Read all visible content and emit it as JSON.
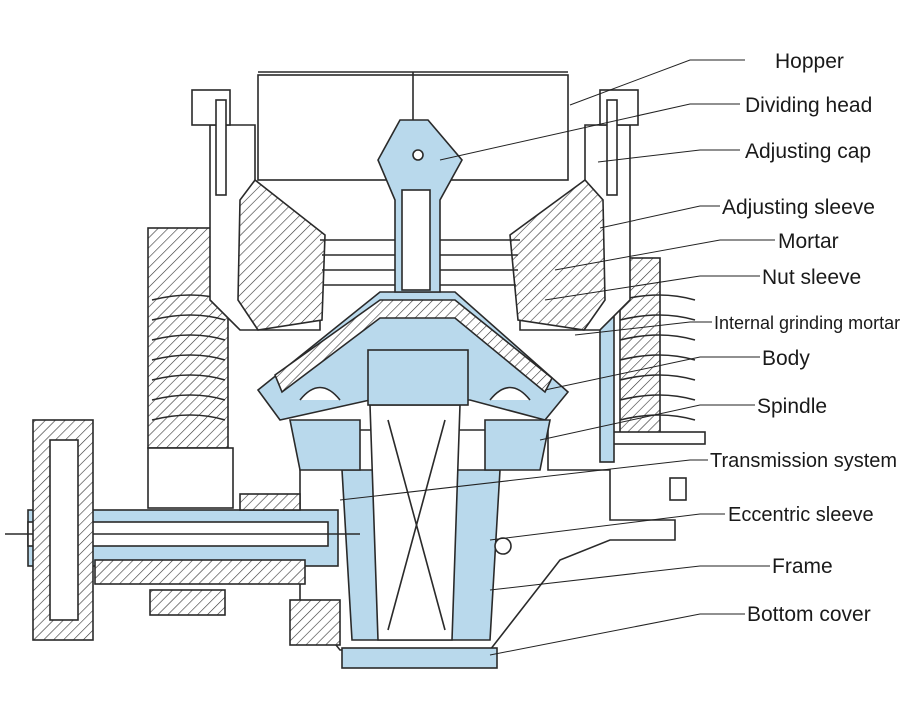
{
  "colors": {
    "highlight": "#b9d9ec",
    "outline": "#2a2a2a"
  },
  "labels": [
    {
      "text": "Hopper"
    },
    {
      "text": "Dividing head"
    },
    {
      "text": "Adjusting cap"
    },
    {
      "text": "Adjusting sleeve"
    },
    {
      "text": "Mortar"
    },
    {
      "text": "Nut sleeve"
    },
    {
      "text": "Internal grinding mortar"
    },
    {
      "text": "Body"
    },
    {
      "text": "Spindle"
    },
    {
      "text": "Transmission system"
    },
    {
      "text": "Eccentric sleeve"
    },
    {
      "text": "Frame"
    },
    {
      "text": "Bottom cover"
    }
  ]
}
